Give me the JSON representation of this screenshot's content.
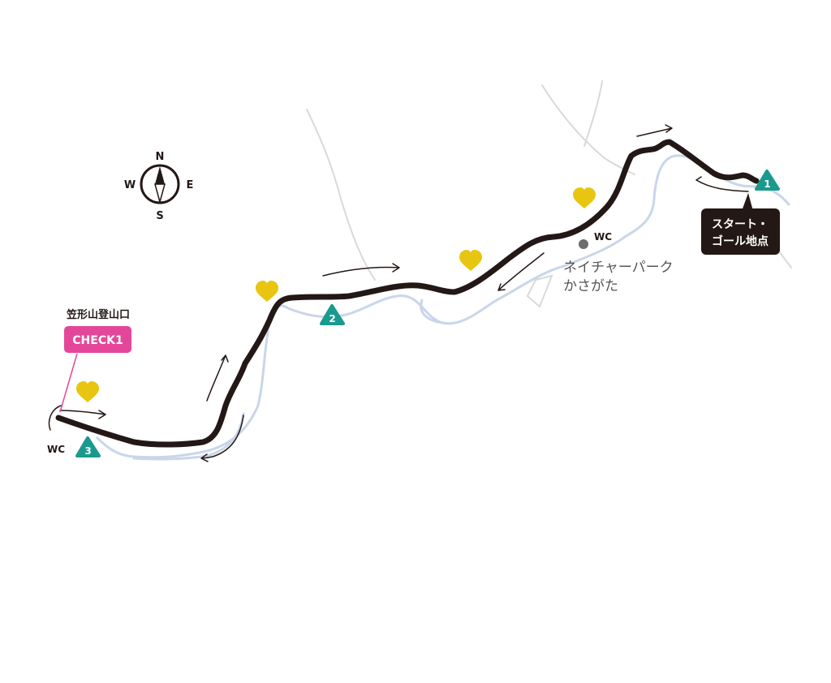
{
  "compass": {
    "north": "N",
    "south": "S",
    "east": "E",
    "west": "W"
  },
  "markers": {
    "start_number": "1",
    "mid_number": "2",
    "end_number": "3"
  },
  "labels": {
    "start_goal_line1": "スタート・",
    "start_goal_line2": "ゴール地点",
    "check_point": "CHECK1",
    "trailhead": "笠形山登山口",
    "wc_park": "WC",
    "wc_trailhead": "WC",
    "park_name_line1": "ネイチャーパーク",
    "park_name_line2": "かさがた"
  },
  "icons": {
    "scenic_spots": [
      "heart-icon",
      "heart-icon",
      "heart-icon",
      "heart-icon"
    ]
  },
  "colors": {
    "route": "#231815",
    "river": "#c9d6ea",
    "road": "#d9d9d9",
    "heart": "#e8c510",
    "marker_teal": "#1a9a8e",
    "check_pink": "#e4479a",
    "callout_dark": "#231815",
    "wc_dot": "#6d6d6d"
  }
}
